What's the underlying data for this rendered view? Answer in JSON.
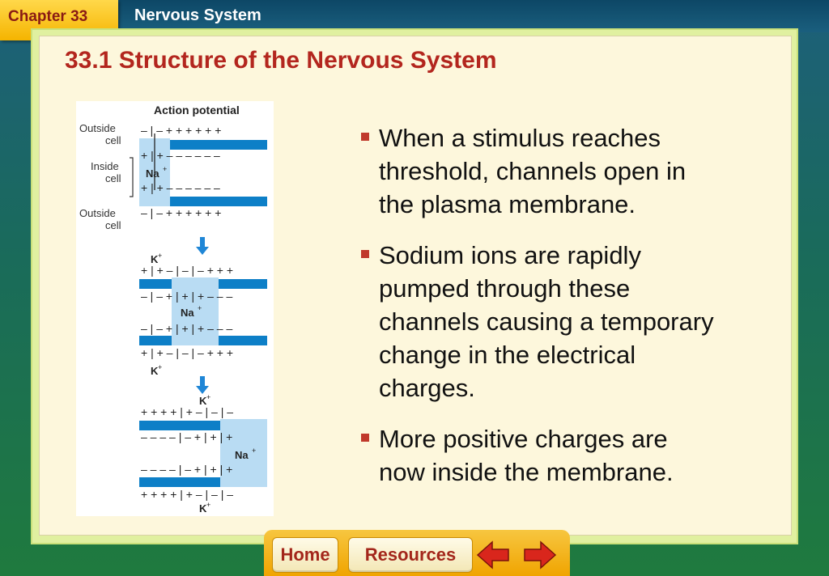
{
  "header": {
    "chapter_label": "Chapter 33",
    "section_title": "Nervous System"
  },
  "slide": {
    "heading": "33.1 Structure of the Nervous System",
    "bullets": [
      "When a stimulus reaches threshold, channels open in the plasma membrane.",
      "Sodium ions are rapidly pumped through these channels causing a temporary change in the electrical charges.",
      "More positive charges are now inside the membrane."
    ]
  },
  "diagram": {
    "title": "Action potential",
    "labels": {
      "outside": "Outside",
      "cell": "cell",
      "inside": "Inside",
      "sodium": "Na",
      "potassium": "K",
      "plus_superscript": "+"
    },
    "colors": {
      "membrane": "#0d7fc7",
      "channel": "#b9dcf3",
      "down_arrow": "#1f86d6"
    }
  },
  "nav": {
    "home_label": "Home",
    "resources_label": "Resources",
    "back_icon": "left-arrow-icon",
    "forward_icon": "right-arrow-icon"
  }
}
